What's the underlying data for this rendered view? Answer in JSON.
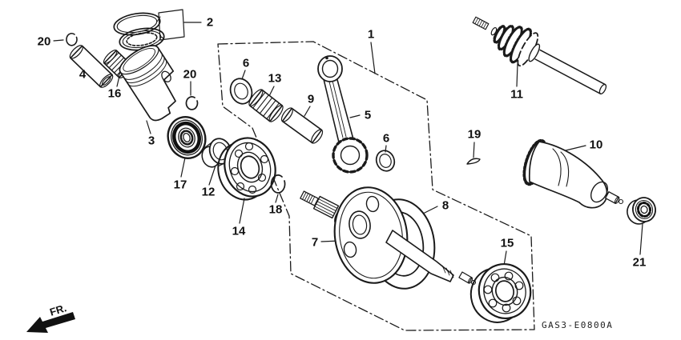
{
  "palette": {
    "ink": "#1a1a1a",
    "paper": "#ffffff"
  },
  "callouts": [
    "1",
    "2",
    "3",
    "4",
    "5",
    "6",
    "6",
    "7",
    "8",
    "9",
    "10",
    "11",
    "12",
    "13",
    "14",
    "15",
    "16",
    "17",
    "18",
    "19",
    "20",
    "20",
    "21"
  ],
  "footer": {
    "fr": "FR.",
    "code": "GAS3-E0800A"
  }
}
